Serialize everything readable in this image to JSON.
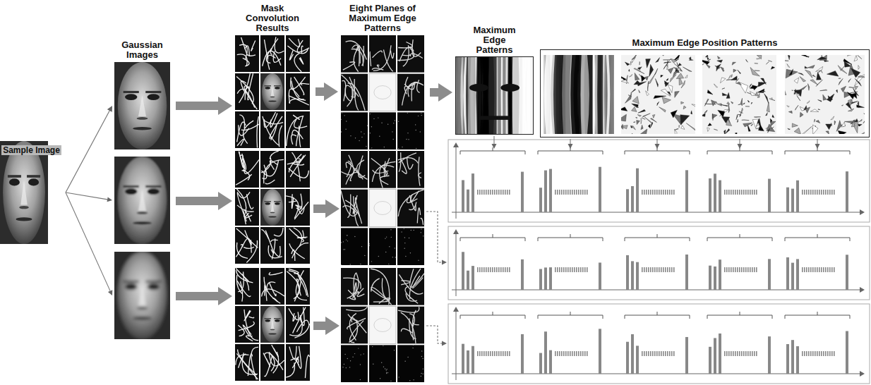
{
  "diagram": {
    "nodes": [
      {
        "text": [
          "Sample Image"
        ]
      },
      {
        "text": [
          "Gaussian Images"
        ]
      },
      {
        "text": [
          "Mask Convolution Results"
        ]
      },
      {
        "text": [
          "Eight Planes of Maximum Edge Patterns"
        ]
      },
      {
        "text": [
          "Maximum Edge Patterns"
        ]
      },
      {
        "text": [
          "Maximum Edge Position Patterns"
        ]
      }
    ],
    "edges": [
      {
        "from": 0,
        "to": 1,
        "arrow": "to"
      },
      {
        "from": 1,
        "to": 2,
        "arrow": "to"
      },
      {
        "from": 2,
        "to": 3,
        "arrow": "to"
      },
      {
        "from": 3,
        "to": 4,
        "arrow": "to"
      }
    ]
  }
}
